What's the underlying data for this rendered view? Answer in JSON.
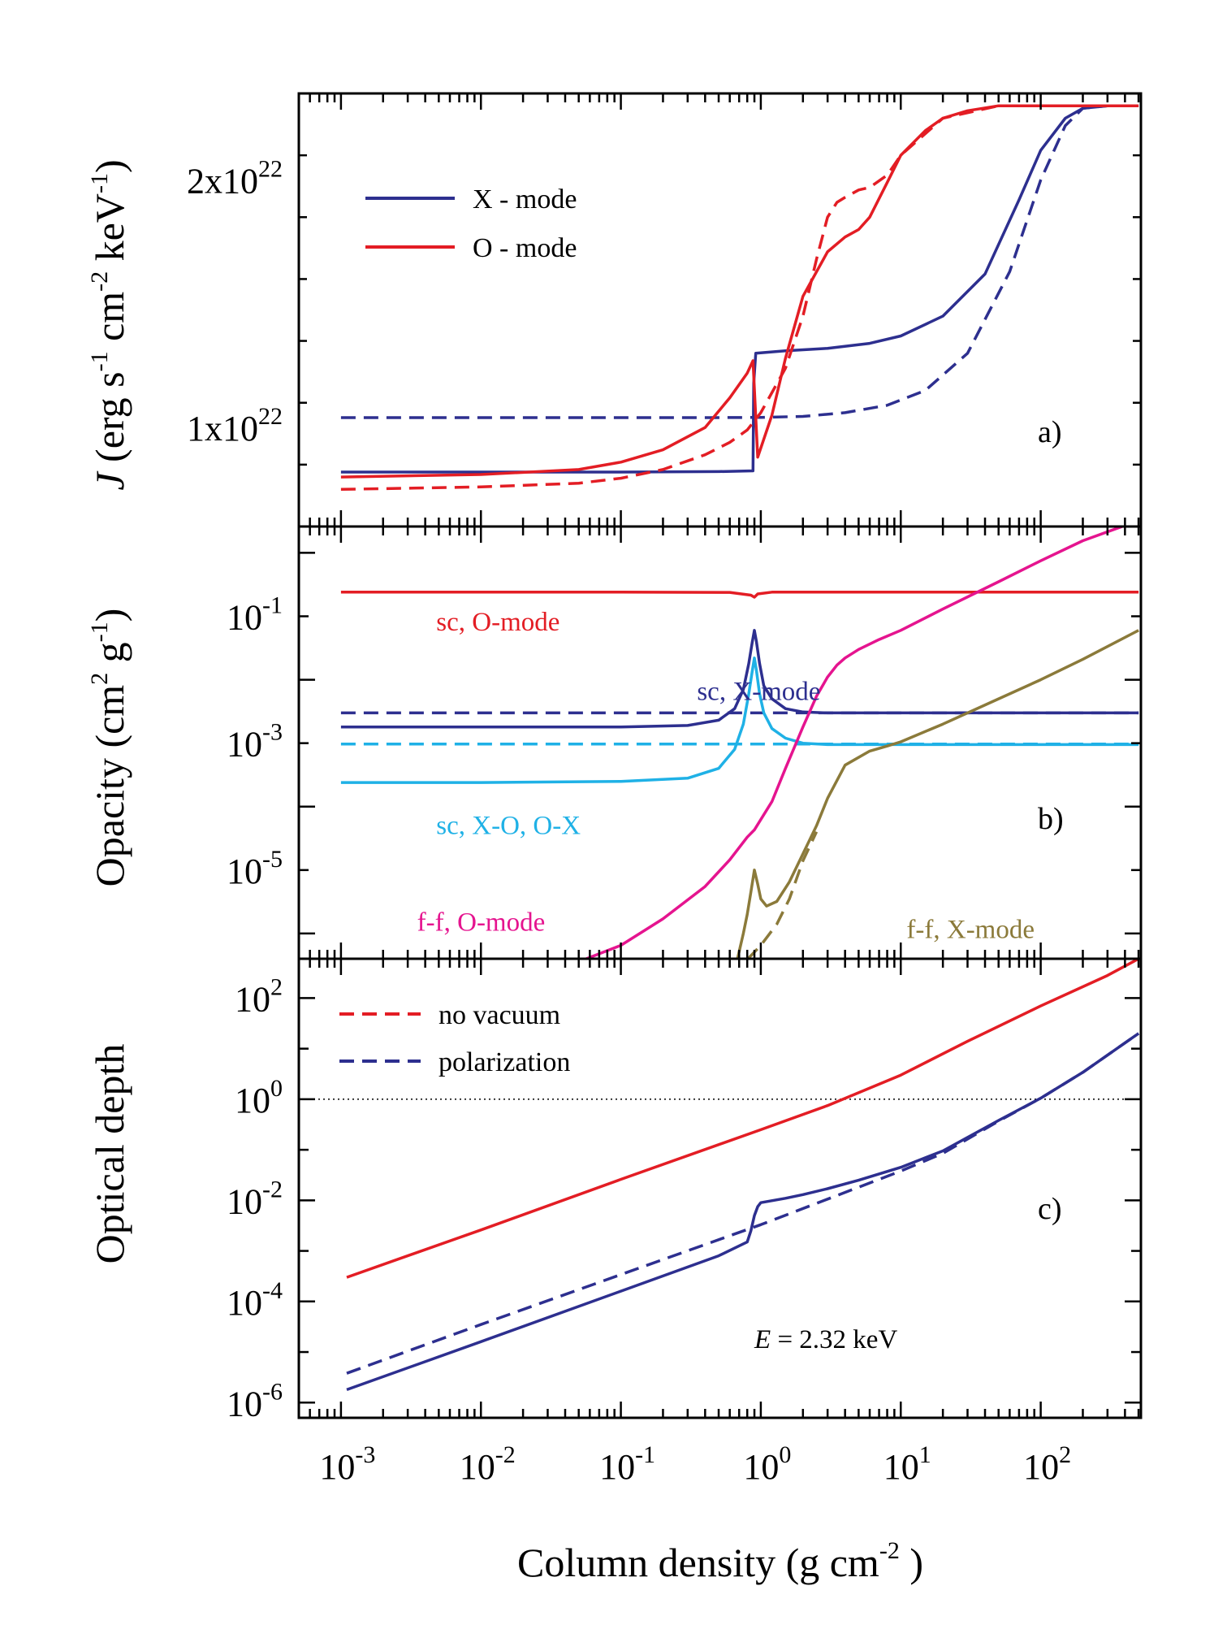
{
  "colors": {
    "x_mode": "#2d2f8f",
    "o_mode": "#e31d24",
    "sc_xo": "#1fb1e6",
    "ff_o": "#e5148f",
    "ff_x": "#8b7a3a",
    "axis": "#000000"
  },
  "chart_data": [
    {
      "panel": "a)",
      "type": "line",
      "xscale": "log",
      "xlim": [
        0.0005,
        520
      ],
      "ylim": [
        6e+21,
        2.35e+22
      ],
      "ylabel": {
        "italic": "J",
        "text": " (erg s",
        "s1": "-1",
        "t2": " cm",
        "s2": "-2",
        "t3": " keV",
        "s3": "-1",
        "t4": ")"
      },
      "yticks": [
        {
          "value": 1e+22,
          "base": "1x10",
          "exp": "22"
        },
        {
          "value": 2e+22,
          "base": "2x10",
          "exp": "22"
        }
      ],
      "legend": {
        "position": "top-left",
        "entries": [
          {
            "label": "X - mode",
            "color": "x_mode"
          },
          {
            "label": "O - mode",
            "color": "o_mode"
          }
        ]
      },
      "series": [
        {
          "name": "X - mode",
          "style": "solid",
          "color": "x_mode",
          "x": [
            0.001,
            0.01,
            0.1,
            0.5,
            0.88,
            0.89,
            0.92,
            1.5,
            3,
            6,
            10,
            20,
            40,
            70,
            100,
            150,
            200,
            300,
            500
          ],
          "y": [
            8.2e+21,
            8.2e+21,
            8.2e+21,
            8.22e+21,
            8.25e+21,
            1.18e+22,
            1.3e+22,
            1.31e+22,
            1.32e+22,
            1.34e+22,
            1.37e+22,
            1.45e+22,
            1.62e+22,
            1.92e+22,
            2.12e+22,
            2.25e+22,
            2.29e+22,
            2.3e+22,
            2.3e+22
          ]
        },
        {
          "name": "X - mode (no vacuum polarization)",
          "style": "dashed",
          "color": "x_mode",
          "x": [
            0.001,
            0.01,
            0.1,
            0.5,
            1.0,
            2,
            4,
            8,
            15,
            30,
            60,
            100,
            150,
            200,
            300,
            500
          ],
          "y": [
            1.04e+22,
            1.04e+22,
            1.04e+22,
            1.04e+22,
            1.041e+22,
            1.045e+22,
            1.06e+22,
            1.09e+22,
            1.15e+22,
            1.3e+22,
            1.63e+22,
            2e+22,
            2.22e+22,
            2.29e+22,
            2.3e+22,
            2.3e+22
          ]
        },
        {
          "name": "O - mode",
          "style": "solid",
          "color": "o_mode",
          "x": [
            0.001,
            0.01,
            0.05,
            0.1,
            0.2,
            0.4,
            0.6,
            0.8,
            0.88,
            0.95,
            1.2,
            1.5,
            2,
            3,
            4,
            5,
            6,
            8,
            10,
            15,
            20,
            30,
            50,
            100,
            500
          ],
          "y": [
            8e+21,
            8.1e+21,
            8.3e+21,
            8.6e+21,
            9.1e+21,
            1e+22,
            1.12e+22,
            1.22e+22,
            1.27e+22,
            8.8e+21,
            1.05e+22,
            1.28e+22,
            1.53e+22,
            1.71e+22,
            1.77e+22,
            1.8e+22,
            1.85e+22,
            1.99e+22,
            2.1e+22,
            2.2e+22,
            2.25e+22,
            2.28e+22,
            2.3e+22,
            2.3e+22,
            2.3e+22
          ]
        },
        {
          "name": "O - mode (no vacuum polarization)",
          "style": "dashed",
          "color": "o_mode",
          "x": [
            0.001,
            0.01,
            0.05,
            0.1,
            0.2,
            0.4,
            0.6,
            0.8,
            1.0,
            1.5,
            2,
            2.5,
            3,
            3.5,
            4,
            5,
            6,
            8,
            10,
            20,
            50,
            500
          ],
          "y": [
            7.5e+21,
            7.6e+21,
            7.75e+21,
            7.95e+21,
            8.3e+21,
            8.9e+21,
            9.4e+21,
            9.9e+21,
            1.06e+22,
            1.24e+22,
            1.45e+22,
            1.68e+22,
            1.85e+22,
            1.91e+22,
            1.93e+22,
            1.96e+22,
            1.97e+22,
            2.02e+22,
            2.1e+22,
            2.25e+22,
            2.3e+22,
            2.3e+22
          ]
        }
      ],
      "annotations": []
    },
    {
      "panel": "b)",
      "type": "line",
      "xscale": "log",
      "yscale": "log",
      "xlim": [
        0.0005,
        520
      ],
      "ylim": [
        4e-07,
        2.6
      ],
      "ylabel": {
        "text": "Opacity (cm",
        "s1": "2",
        "t2": " g",
        "s2": "-1",
        "t3": ")"
      },
      "yticks": [
        {
          "value": 1e-05,
          "base": "10",
          "exp": "-5"
        },
        {
          "value": 0.001,
          "base": "10",
          "exp": "-3"
        },
        {
          "value": 0.1,
          "base": "10",
          "exp": "-1"
        }
      ],
      "series": [
        {
          "name": "sc, O-mode",
          "style": "solid",
          "color": "o_mode",
          "x": [
            0.001,
            0.01,
            0.1,
            0.6,
            0.85,
            0.9,
            0.95,
            1.2,
            10,
            500
          ],
          "y": [
            0.24,
            0.24,
            0.24,
            0.238,
            0.215,
            0.2,
            0.225,
            0.24,
            0.24,
            0.24
          ]
        },
        {
          "name": "sc, X-mode",
          "style": "solid",
          "color": "x_mode",
          "x": [
            0.001,
            0.01,
            0.1,
            0.3,
            0.5,
            0.65,
            0.75,
            0.82,
            0.87,
            0.9,
            0.93,
            0.98,
            1.05,
            1.2,
            1.5,
            2,
            3,
            10,
            500
          ],
          "y": [
            0.0018,
            0.0018,
            0.0018,
            0.0019,
            0.0023,
            0.0035,
            0.007,
            0.018,
            0.04,
            0.06,
            0.04,
            0.018,
            0.008,
            0.005,
            0.0035,
            0.0031,
            0.003,
            0.003,
            0.003
          ]
        },
        {
          "name": "sc, X-mode (no vacuum polarization)",
          "style": "dashed",
          "color": "x_mode",
          "x": [
            0.001,
            0.1,
            1.5,
            500
          ],
          "y": [
            0.003,
            0.003,
            0.003,
            0.003
          ]
        },
        {
          "name": "sc, X-O, O-X",
          "style": "solid",
          "color": "sc_xo",
          "x": [
            0.001,
            0.01,
            0.1,
            0.3,
            0.5,
            0.65,
            0.75,
            0.82,
            0.87,
            0.9,
            0.93,
            0.98,
            1.05,
            1.2,
            1.5,
            2,
            3,
            10,
            500
          ],
          "y": [
            0.00024,
            0.00024,
            0.00025,
            0.00028,
            0.0004,
            0.0008,
            0.002,
            0.006,
            0.014,
            0.022,
            0.014,
            0.006,
            0.003,
            0.0017,
            0.0012,
            0.001,
            0.00095,
            0.00095,
            0.00095
          ]
        },
        {
          "name": "sc, X-O, O-X (no vacuum polarization)",
          "style": "dashed",
          "color": "sc_xo",
          "x": [
            0.001,
            0.1,
            2,
            500
          ],
          "y": [
            0.00097,
            0.00097,
            0.00097,
            0.00097
          ]
        },
        {
          "name": "f-f, O-mode",
          "style": "solid",
          "color": "ff_o",
          "x": [
            0.055,
            0.1,
            0.2,
            0.4,
            0.6,
            0.8,
            0.9,
            1.2,
            1.5,
            2,
            2.5,
            3,
            3.5,
            4,
            5,
            7,
            10,
            20,
            50,
            100,
            200,
            400
          ],
          "y": [
            3.9e-07,
            6.5e-07,
            1.7e-06,
            5.5e-06,
            1.45e-05,
            3.3e-05,
            4.3e-05,
            0.00012,
            0.0004,
            0.0018,
            0.0055,
            0.011,
            0.017,
            0.022,
            0.03,
            0.043,
            0.06,
            0.13,
            0.35,
            0.75,
            1.55,
            2.7
          ]
        },
        {
          "name": "f-f, X-mode",
          "style": "solid",
          "color": "ff_x",
          "x": [
            0.68,
            0.75,
            0.8,
            0.85,
            0.9,
            0.95,
            1.0,
            1.1,
            1.3,
            1.6,
            2,
            2.5,
            3,
            4,
            6,
            8,
            10,
            20,
            50,
            100,
            200,
            500
          ],
          "y": [
            3.9e-07,
            1e-06,
            2e-06,
            4.5e-06,
            1e-05,
            6e-06,
            3.5e-06,
            2.7e-06,
            3.2e-06,
            6.5e-06,
            1.8e-05,
            5e-05,
            0.000135,
            0.00045,
            0.00075,
            0.0009,
            0.00105,
            0.002,
            0.005,
            0.01,
            0.021,
            0.06
          ]
        },
        {
          "name": "f-f, X-mode (no vacuum polarization)",
          "style": "dashed",
          "color": "ff_x",
          "x": [
            0.8,
            1.0,
            1.3,
            1.6,
            2,
            2.5
          ],
          "y": [
            3.9e-07,
            6.5e-07,
            1.4e-06,
            3.5e-06,
            1.4e-05,
            4e-05
          ]
        }
      ],
      "annotations": [
        {
          "text": "sc, O-mode",
          "color": "o_mode",
          "x": 0.0048,
          "y": 0.06
        },
        {
          "text": "sc, X-mode",
          "color": "x_mode",
          "x": 0.35,
          "y": 0.0048
        },
        {
          "text": "sc, X-O, O-X",
          "color": "sc_xo",
          "x": 0.0048,
          "y": 3.7e-05
        },
        {
          "text": "f-f, O-mode",
          "color": "ff_o",
          "x": 0.0035,
          "y": 1.1e-06
        },
        {
          "text": "f-f, X-mode",
          "color": "ff_x",
          "x": 11,
          "y": 8.5e-07
        }
      ]
    },
    {
      "panel": "c)",
      "type": "line",
      "xscale": "log",
      "yscale": "log",
      "xlim": [
        0.0005,
        520
      ],
      "ylim": [
        5e-07,
        600
      ],
      "xlabel": {
        "text": "Column density (g cm",
        "s1": "-2",
        "t2": " )"
      },
      "ylabel": {
        "text": "Optical depth"
      },
      "yticks": [
        {
          "value": 1e-06,
          "base": "10",
          "exp": "-6"
        },
        {
          "value": 0.0001,
          "base": "10",
          "exp": "-4"
        },
        {
          "value": 0.01,
          "base": "10",
          "exp": "-2"
        },
        {
          "value": 1.0,
          "base": "10",
          "exp": "0"
        },
        {
          "value": 100,
          "base": "10",
          "exp": "2"
        }
      ],
      "xticks": [
        {
          "value": 0.001,
          "base": "10",
          "exp": "-3"
        },
        {
          "value": 0.01,
          "base": "10",
          "exp": "-2"
        },
        {
          "value": 0.1,
          "base": "10",
          "exp": "-1"
        },
        {
          "value": 1,
          "base": "10",
          "exp": "0"
        },
        {
          "value": 10,
          "base": "10",
          "exp": "1"
        },
        {
          "value": 100,
          "base": "10",
          "exp": "2"
        }
      ],
      "reference_line": {
        "y": 1.0,
        "style": "dotted"
      },
      "legend": {
        "position": "top-left",
        "entries": [
          {
            "label": "no vacuum",
            "color": "o_mode"
          },
          {
            "label": "polarization",
            "color": "x_mode"
          }
        ]
      },
      "series": [
        {
          "name": "O-mode",
          "style": "solid",
          "color": "o_mode",
          "x": [
            0.0011,
            0.01,
            0.1,
            1,
            3,
            10,
            30,
            100,
            300,
            500
          ],
          "y": [
            0.0003,
            0.0026,
            0.026,
            0.25,
            0.75,
            3.0,
            14,
            70,
            280,
            600
          ]
        },
        {
          "name": "X-mode",
          "style": "solid",
          "color": "x_mode",
          "x": [
            0.0011,
            0.01,
            0.1,
            0.5,
            0.8,
            0.85,
            0.9,
            0.95,
            1.0,
            1.5,
            2,
            3,
            5,
            10,
            20,
            50,
            100,
            200,
            500
          ],
          "y": [
            1.8e-06,
            1.6e-05,
            0.00016,
            0.0008,
            0.0015,
            0.0025,
            0.005,
            0.0075,
            0.009,
            0.011,
            0.013,
            0.017,
            0.025,
            0.045,
            0.095,
            0.38,
            1.05,
            3.4,
            20
          ]
        },
        {
          "name": "X-mode (no vacuum polarization)",
          "style": "dashed",
          "color": "x_mode",
          "x": [
            0.0011,
            0.01,
            0.1,
            1,
            10,
            20,
            50,
            100,
            200,
            500
          ],
          "y": [
            3.8e-06,
            3.5e-05,
            0.00034,
            0.0033,
            0.038,
            0.085,
            0.37,
            1.05,
            3.4,
            20
          ]
        }
      ],
      "annotations": [
        {
          "italic": "E",
          "text": " = 2.32 keV",
          "x": 0.9,
          "y": 1.2e-05
        }
      ]
    }
  ]
}
